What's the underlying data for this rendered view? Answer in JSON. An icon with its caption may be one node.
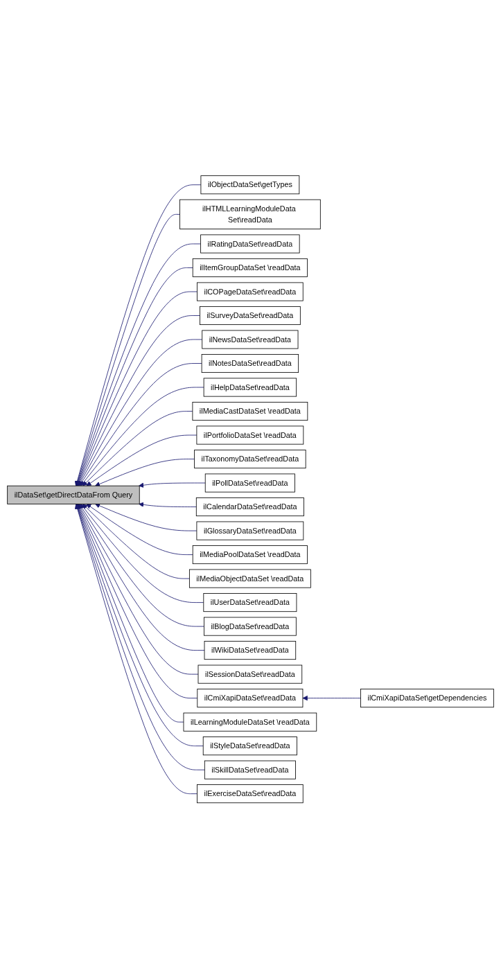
{
  "diagram": {
    "nodes": [
      {
        "text": [
          "ilDataSet\\getDirectDataFrom Query"
        ]
      },
      {
        "text": [
          "ilObjectDataSet\\getTypes"
        ]
      },
      {
        "text": [
          "ilHTMLLearningModuleData Set\\readData"
        ]
      },
      {
        "text": [
          "ilRatingDataSet\\readData"
        ]
      },
      {
        "text": [
          "ilItemGroupDataSet \\readData"
        ]
      },
      {
        "text": [
          "ilCOPageDataSet\\readData"
        ]
      },
      {
        "text": [
          "ilSurveyDataSet\\readData"
        ]
      },
      {
        "text": [
          "ilNewsDataSet\\readData"
        ]
      },
      {
        "text": [
          "ilNotesDataSet\\readData"
        ]
      },
      {
        "text": [
          "ilHelpDataSet\\readData"
        ]
      },
      {
        "text": [
          "ilMediaCastDataSet \\readData"
        ]
      },
      {
        "text": [
          "ilPortfolioDataSet \\readData"
        ]
      },
      {
        "text": [
          "ilTaxonomyDataSet\\readData"
        ]
      },
      {
        "text": [
          "ilPollDataSet\\readData"
        ]
      },
      {
        "text": [
          "ilCalendarDataSet\\readData"
        ]
      },
      {
        "text": [
          "ilGlossaryDataSet\\readData"
        ]
      },
      {
        "text": [
          "ilMediaPoolDataSet \\readData"
        ]
      },
      {
        "text": [
          "ilMediaObjectDataSet \\readData"
        ]
      },
      {
        "text": [
          "ilUserDataSet\\readData"
        ]
      },
      {
        "text": [
          "ilBlogDataSet\\readData"
        ]
      },
      {
        "text": [
          "ilWikiDataSet\\readData"
        ]
      },
      {
        "text": [
          "ilSessionDataSet\\readData"
        ]
      },
      {
        "text": [
          "ilCmiXapiDataSet\\readData"
        ]
      },
      {
        "text": [
          "ilLearningModuleDataSet \\readData"
        ]
      },
      {
        "text": [
          "ilStyleDataSet\\readData"
        ]
      },
      {
        "text": [
          "ilSkillDataSet\\readData"
        ]
      },
      {
        "text": [
          "ilExerciseDataSet\\readData"
        ]
      },
      {
        "text": [
          "ilCmiXapiDataSet\\getDependencies"
        ]
      }
    ],
    "edges": [
      {
        "from": 1,
        "to": 0,
        "arrow": "to"
      },
      {
        "from": 2,
        "to": 0,
        "arrow": "to"
      },
      {
        "from": 3,
        "to": 0,
        "arrow": "to"
      },
      {
        "from": 4,
        "to": 0,
        "arrow": "to"
      },
      {
        "from": 5,
        "to": 0,
        "arrow": "to"
      },
      {
        "from": 6,
        "to": 0,
        "arrow": "to"
      },
      {
        "from": 7,
        "to": 0,
        "arrow": "to"
      },
      {
        "from": 8,
        "to": 0,
        "arrow": "to"
      },
      {
        "from": 9,
        "to": 0,
        "arrow": "to"
      },
      {
        "from": 10,
        "to": 0,
        "arrow": "to"
      },
      {
        "from": 11,
        "to": 0,
        "arrow": "to"
      },
      {
        "from": 12,
        "to": 0,
        "arrow": "to"
      },
      {
        "from": 13,
        "to": 0,
        "arrow": "to"
      },
      {
        "from": 14,
        "to": 0,
        "arrow": "to"
      },
      {
        "from": 15,
        "to": 0,
        "arrow": "to"
      },
      {
        "from": 16,
        "to": 0,
        "arrow": "to"
      },
      {
        "from": 17,
        "to": 0,
        "arrow": "to"
      },
      {
        "from": 18,
        "to": 0,
        "arrow": "to"
      },
      {
        "from": 19,
        "to": 0,
        "arrow": "to"
      },
      {
        "from": 20,
        "to": 0,
        "arrow": "to"
      },
      {
        "from": 21,
        "to": 0,
        "arrow": "to"
      },
      {
        "from": 22,
        "to": 0,
        "arrow": "to"
      },
      {
        "from": 23,
        "to": 0,
        "arrow": "to"
      },
      {
        "from": 24,
        "to": 0,
        "arrow": "to"
      },
      {
        "from": 25,
        "to": 0,
        "arrow": "to"
      },
      {
        "from": 26,
        "to": 0,
        "arrow": "to"
      },
      {
        "from": 27,
        "to": 22,
        "arrow": "to"
      }
    ]
  }
}
